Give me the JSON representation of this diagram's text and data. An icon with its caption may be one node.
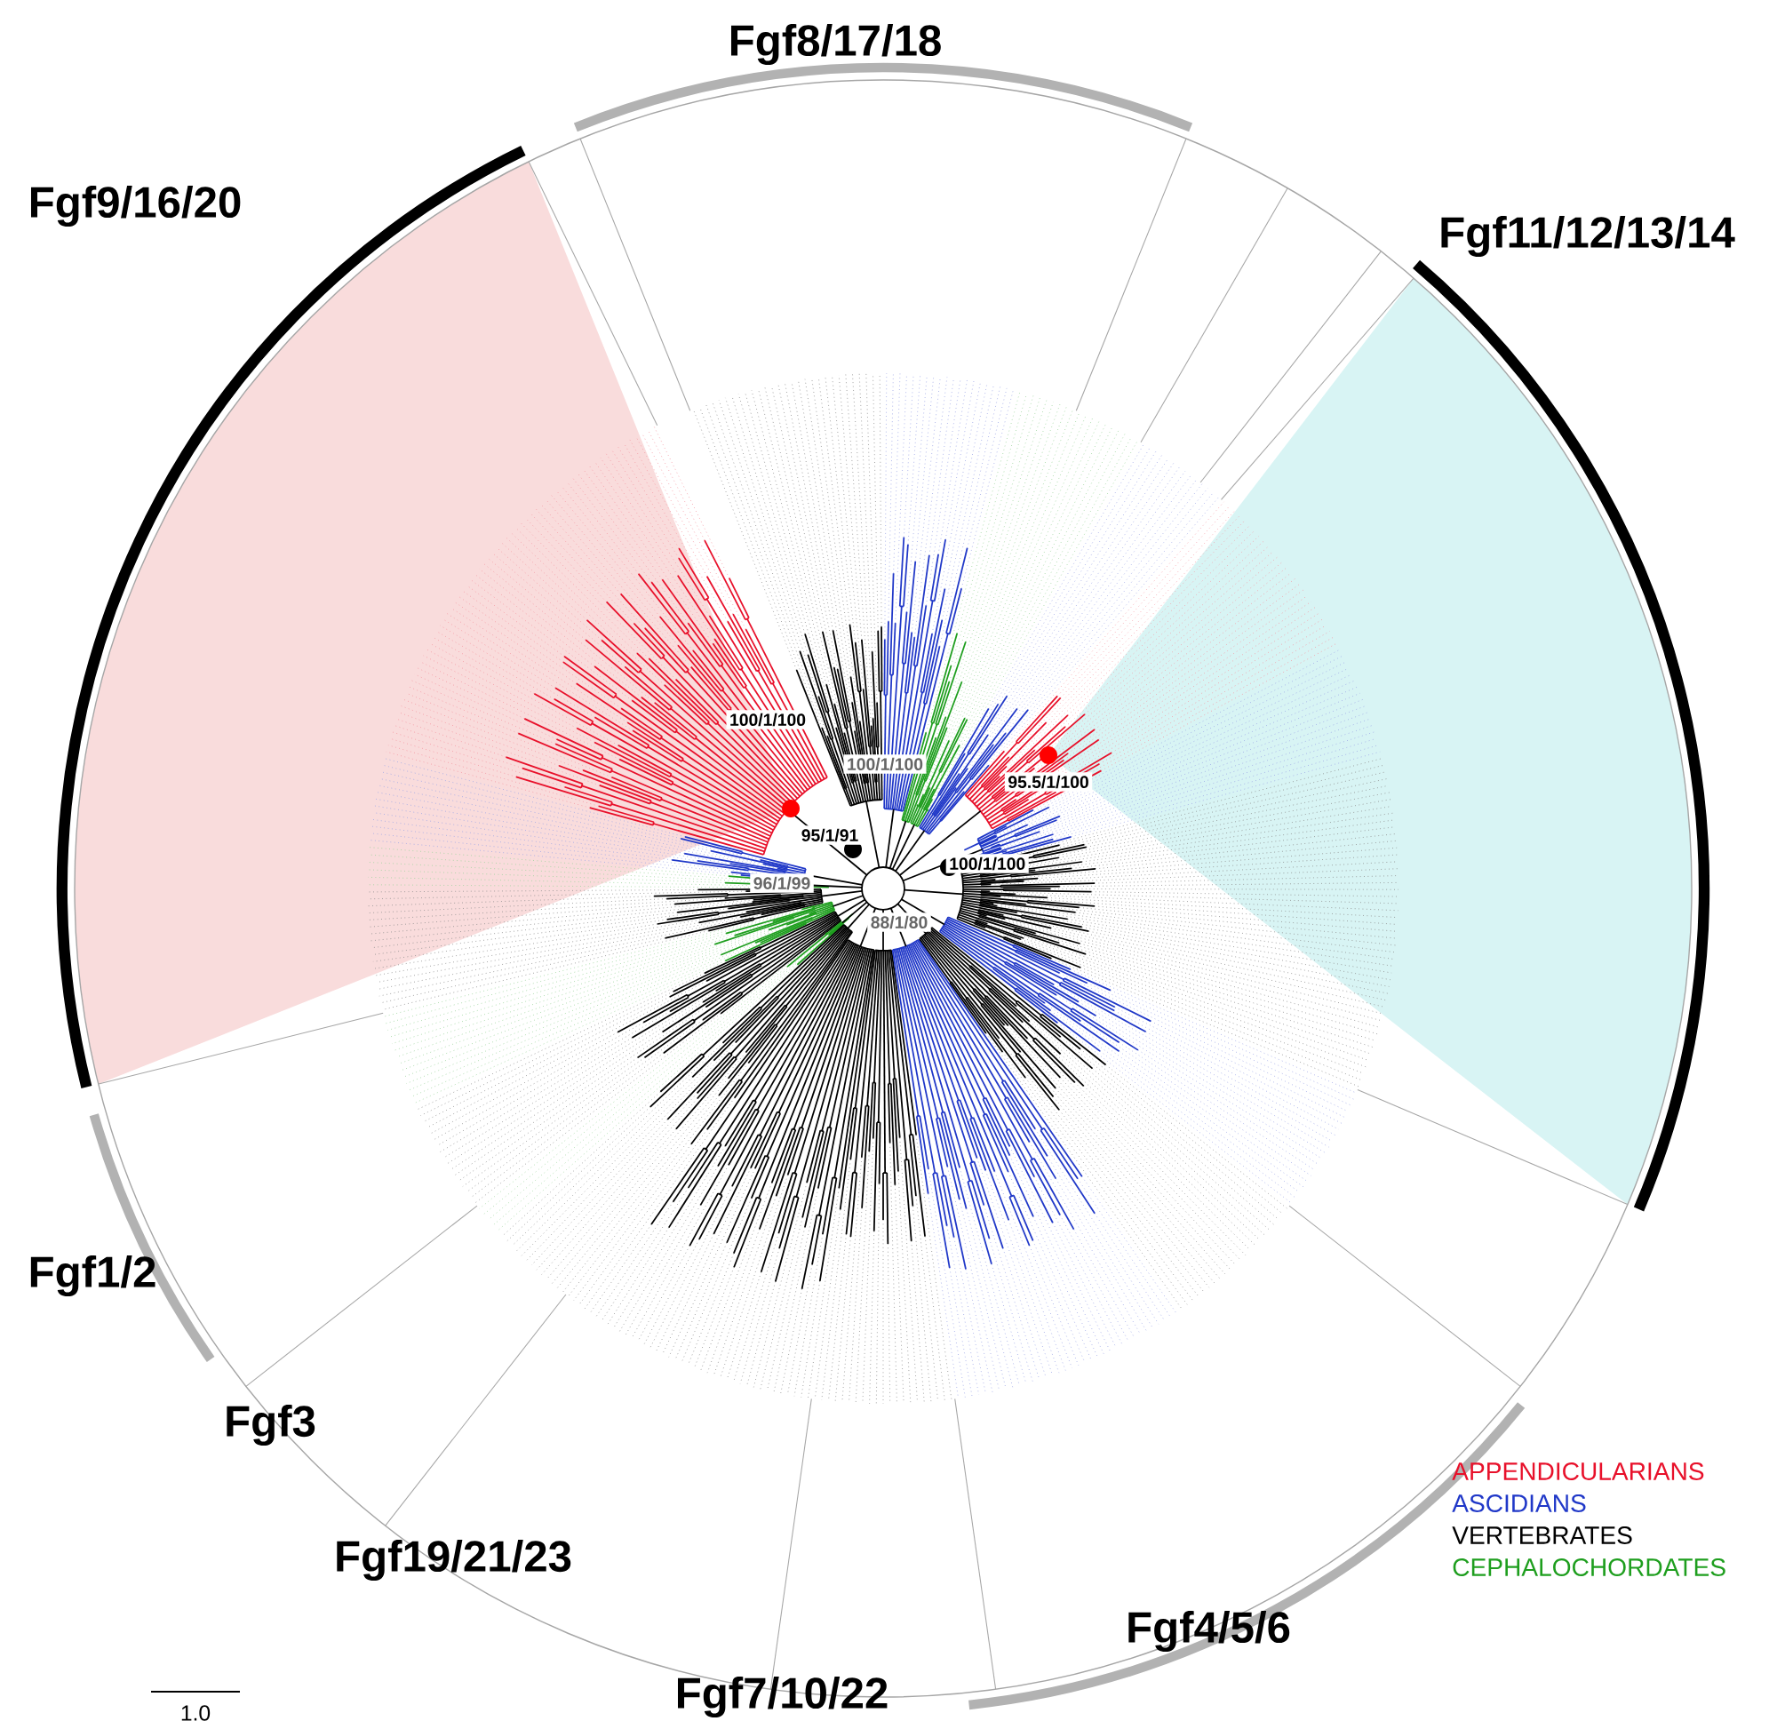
{
  "diagram": {
    "labels": [
      "Fgf8/17/18",
      "Fgf11/12/13/14",
      "Fgf9/16/20",
      "100/1/100",
      "100/1/100",
      "95.5/1/100",
      "95/1/91",
      "100/1/100",
      "96/1/99",
      "88/1/80",
      "Fgf1/2",
      "Fgf3",
      "Fgf19/21/23",
      "Fgf4/5/6",
      "Fgf7/10/22",
      "1.0"
    ],
    "legend": [
      {
        "text": "APPENDICULARIANS",
        "color": "#e8102a"
      },
      {
        "text": "ASCIDIANS",
        "color": "#2038c8"
      },
      {
        "text": "VERTEBRATES",
        "color": "#000000"
      },
      {
        "text": "CEPHALOCHORDATES",
        "color": "#1e9e1e"
      }
    ]
  }
}
